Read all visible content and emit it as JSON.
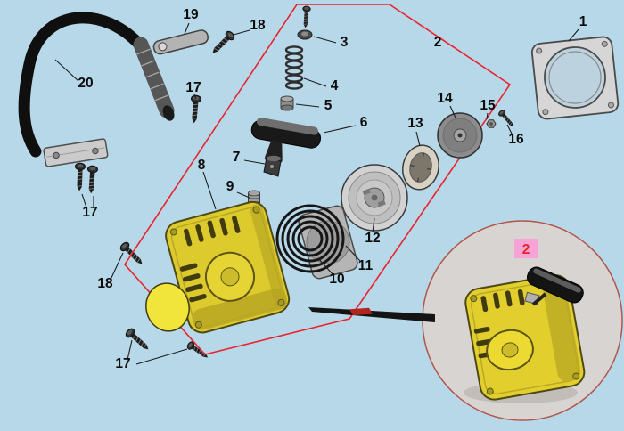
{
  "colors": {
    "background": "#b7d8e8",
    "outline_red": "#e8232e",
    "housing_yellow": "#ddca2d",
    "inset_housing_yellow": "#e2cf2d",
    "badge_pink": "#f7a3d5",
    "badge_text_red": "#e8232e"
  },
  "callouts": {
    "part1": "1",
    "part2": "2",
    "part3": "3",
    "part4": "4",
    "part5": "5",
    "part6": "6",
    "part7": "7",
    "part8": "8",
    "part9": "9",
    "part10": "10",
    "part11": "11",
    "part12": "12",
    "part13": "13",
    "part14": "14",
    "part15": "15",
    "part16": "16",
    "part17_top": "17",
    "part17_mid": "17",
    "part17_bottom": "17",
    "part18_top": "18",
    "part18_left": "18",
    "part19": "19",
    "part20": "20",
    "inset_part2": "2"
  }
}
